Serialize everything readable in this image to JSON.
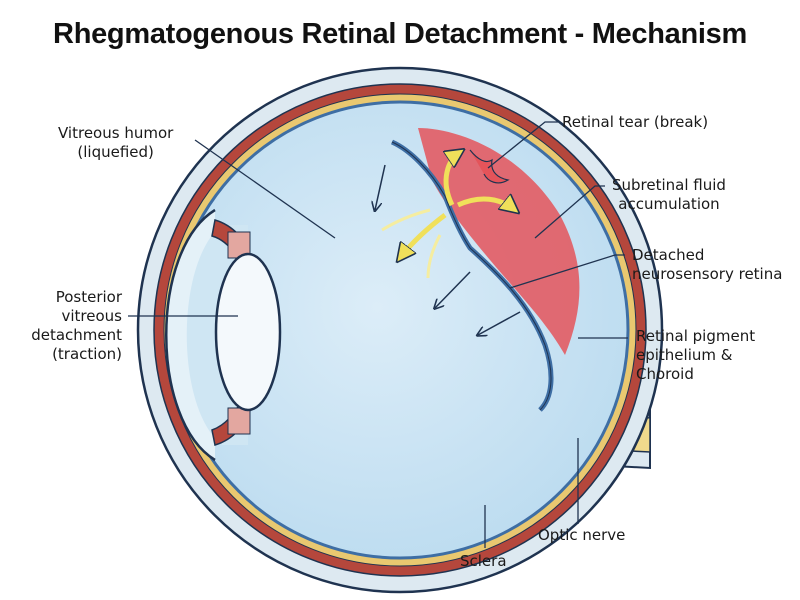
{
  "title": "Rhegmatogenous Retinal Detachment - Mechanism",
  "labels": {
    "vitreous_humor": [
      "Vitreous humor",
      "(liquefied)"
    ],
    "posterior_vitreous": [
      "Posterior",
      "vitreous",
      "detachment",
      "(traction)"
    ],
    "retinal_tear": [
      "Retinal tear (break)"
    ],
    "subretinal_fluid": [
      "Subretinal fluid",
      "accumulation"
    ],
    "detached_retina": [
      "Detached",
      "neurosensory retina"
    ],
    "rpe_choroid": [
      "Retinal pigment",
      "epithelium &",
      "Choroid"
    ],
    "optic_nerve": [
      "Optic nerve"
    ],
    "sclera": [
      "Sclera"
    ]
  },
  "colors": {
    "outline": "#1f3350",
    "sclera": "#dde9f1",
    "choroid": "#b5473c",
    "rpe": "#e9c870",
    "vitreous": "#c6e2f2",
    "retina": "#3e6ea4",
    "fluid": "#e4545a",
    "flow_arrow": "#f0e05a"
  }
}
